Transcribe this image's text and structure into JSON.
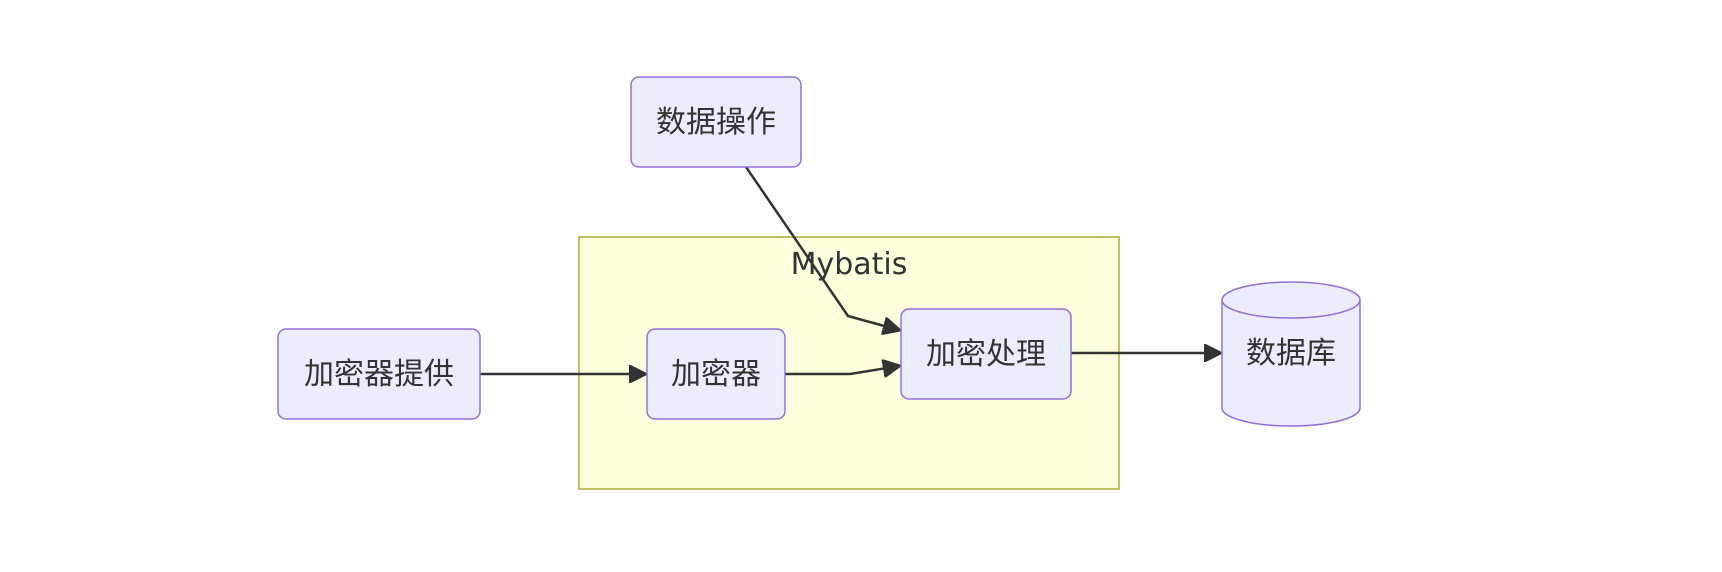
{
  "diagram": {
    "cluster": {
      "label": "Mybatis"
    },
    "nodes": {
      "data_operation": {
        "label": "数据操作"
      },
      "encryptor_provider": {
        "label": "加密器提供"
      },
      "encryptor": {
        "label": "加密器"
      },
      "encrypt_process": {
        "label": "加密处理"
      },
      "database": {
        "label": "数据库"
      }
    },
    "edges": [
      {
        "from": "data_operation",
        "to": "encrypt_process"
      },
      {
        "from": "encryptor_provider",
        "to": "encryptor"
      },
      {
        "from": "encryptor",
        "to": "encrypt_process"
      },
      {
        "from": "encrypt_process",
        "to": "database"
      }
    ]
  },
  "colors": {
    "node_fill": "#ECECFF",
    "node_stroke": "#9370DB",
    "cluster_fill": "#ffffde",
    "cluster_stroke": "#aaaa33",
    "edge": "#333333",
    "text": "#333333"
  }
}
